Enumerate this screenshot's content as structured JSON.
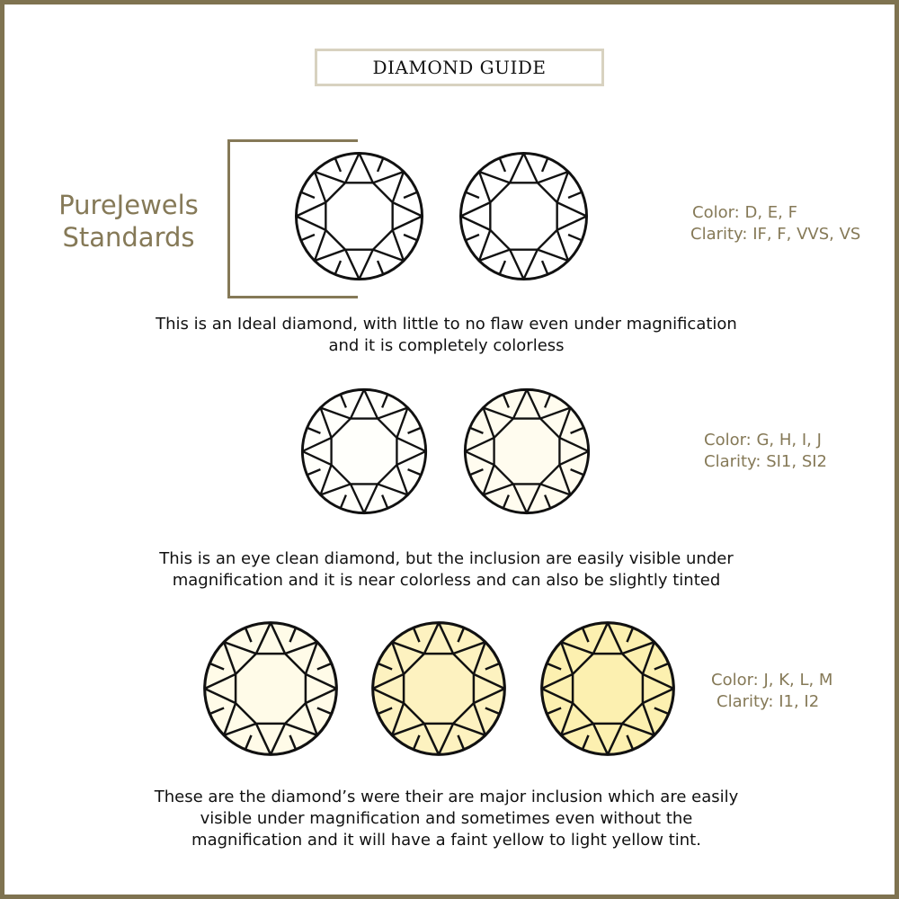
{
  "title": "DIAMOND GUIDE",
  "brand": {
    "line1": "PureJewels",
    "line2": "Standards"
  },
  "colors": {
    "frame": "#7f7350",
    "accent_text": "#857957",
    "title_border": "#d8d2c0",
    "body_text": "#111111"
  },
  "tiers": [
    {
      "color_label": "Color: D, E, F",
      "clarity_label": "Clarity: IF, F, VVS, VS",
      "description_line1": "This is an Ideal diamond, with little to no flaw even under magnification",
      "description_line2": "and it is completely colorless",
      "diamond_fills": [
        "#ffffff",
        "#ffffff"
      ]
    },
    {
      "color_label": "Color: G, H, I, J",
      "clarity_label": "Clarity: SI1, SI2",
      "description_line1": "This is an eye clean diamond, but the inclusion are easily visible under",
      "description_line2": "magnification and it is near colorless and can also be slightly tinted",
      "diamond_fills": [
        "#fffffb",
        "#fffcef"
      ]
    },
    {
      "color_label": "Color: J, K, L, M",
      "clarity_label": "Clarity: I1, I2",
      "description_line1": "These are the diamond’s were their are major inclusion which are easily",
      "description_line2": "visible under magnification and sometimes even without the",
      "description_line3": "magnification and it will have a faint yellow to light yellow tint.",
      "diamond_fills": [
        "#fffbe8",
        "#fdf2c0",
        "#fcf0b0"
      ]
    }
  ]
}
